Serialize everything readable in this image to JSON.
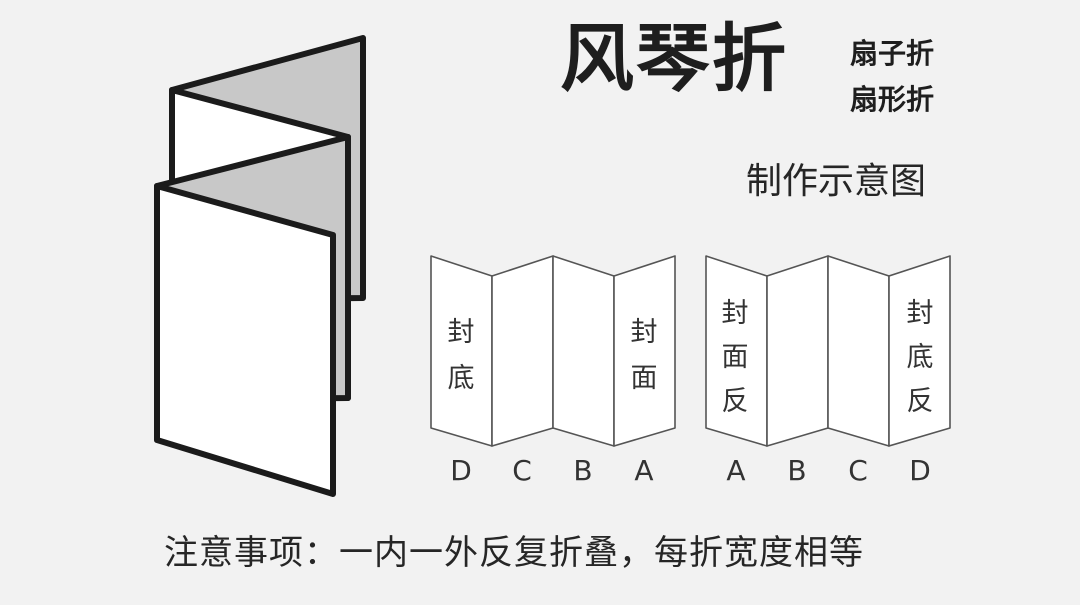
{
  "header": {
    "title": "风琴折",
    "aliases": [
      "扇子折",
      "扇形折"
    ],
    "subtitle": "制作示意图"
  },
  "front_layout": {
    "panels": [
      {
        "letter": "D",
        "label_chars": [
          "封",
          "底"
        ]
      },
      {
        "letter": "C",
        "label_chars": []
      },
      {
        "letter": "B",
        "label_chars": []
      },
      {
        "letter": "A",
        "label_chars": [
          "封",
          "面"
        ]
      }
    ]
  },
  "back_layout": {
    "panels": [
      {
        "letter": "A",
        "label_chars": [
          "封",
          "面",
          "反"
        ]
      },
      {
        "letter": "B",
        "label_chars": []
      },
      {
        "letter": "C",
        "label_chars": []
      },
      {
        "letter": "D",
        "label_chars": [
          "封",
          "底",
          "反"
        ]
      }
    ]
  },
  "note": "注意事项：一内一外反复折叠，每折宽度相等",
  "colors": {
    "background": "#f2f2f2",
    "stroke": "#1b1b1b",
    "panel_white": "#ffffff",
    "panel_shadow": "#c8c8c8",
    "text": "#262626"
  }
}
